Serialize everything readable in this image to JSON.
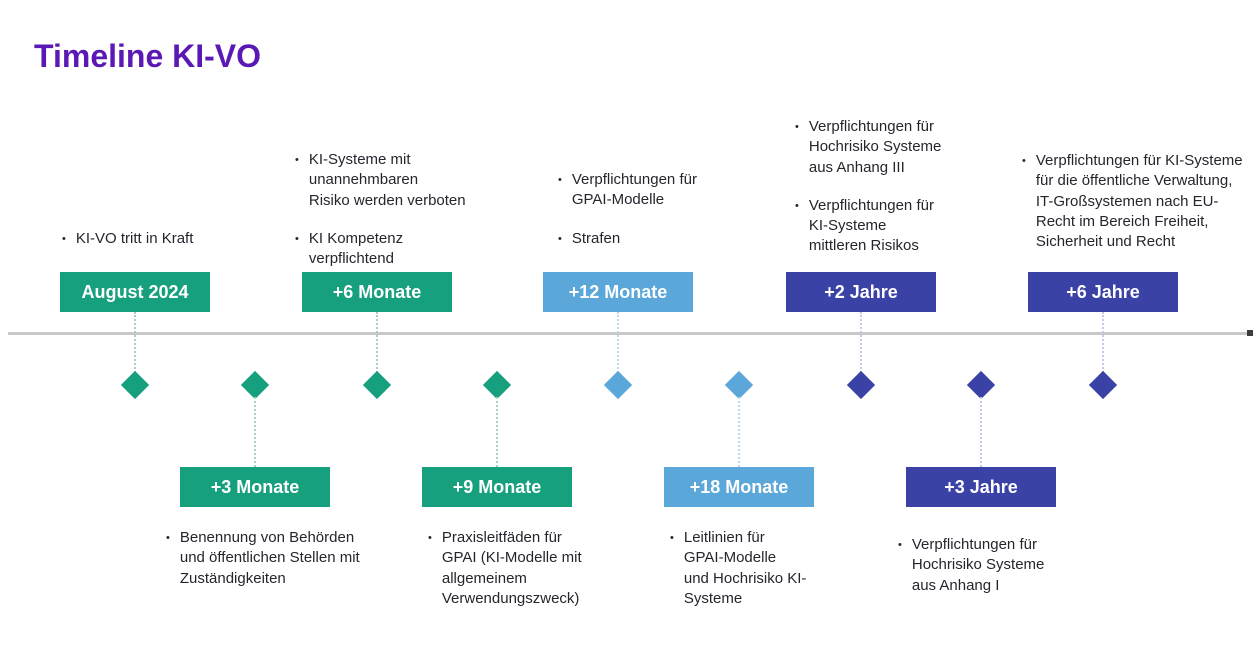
{
  "title": "Timeline KI-VO",
  "colors": {
    "title_purple": "#5a18b5",
    "green": "#17a07d",
    "light_blue": "#5ba7d9",
    "indigo": "#3b42a6",
    "timeline_gray": "#c9c9c9"
  },
  "milestones": [
    {
      "label": "August 2024",
      "side": "top",
      "color": "green",
      "bullets": [
        "KI-VO tritt in Kraft"
      ]
    },
    {
      "label": "+3 Monate",
      "side": "bottom",
      "color": "green",
      "bullets": [
        "Benennung von Behörden\nund öffentlichen Stellen mit\nZuständigkeiten"
      ]
    },
    {
      "label": "+6 Monate",
      "side": "top",
      "color": "green",
      "bullets": [
        "KI-Systeme mit\nunannehmbaren\nRisiko werden verboten",
        "KI Kompetenz\nverpflichtend"
      ]
    },
    {
      "label": "+9 Monate",
      "side": "bottom",
      "color": "green",
      "bullets": [
        "Praxisleitfäden für\nGPAI (KI-Modelle mit\nallgemeinem\nVerwendungszweck)"
      ]
    },
    {
      "label": "+12 Monate",
      "side": "top",
      "color": "light_blue",
      "bullets": [
        "Verpflichtungen für\nGPAI-Modelle",
        "Strafen"
      ]
    },
    {
      "label": "+18 Monate",
      "side": "bottom",
      "color": "light_blue",
      "bullets": [
        "Leitlinien für\nGPAI-Modelle\nund Hochrisiko KI-\nSysteme"
      ]
    },
    {
      "label": "+2 Jahre",
      "side": "top",
      "color": "indigo",
      "bullets": [
        "Verpflichtungen für\nHochrisiko Systeme\naus Anhang III",
        "Verpflichtungen für\nKI-Systeme\nmittleren Risikos"
      ]
    },
    {
      "label": "+3 Jahre",
      "side": "bottom",
      "color": "indigo",
      "bullets": [
        "Verpflichtungen für\nHochrisiko Systeme\naus Anhang I"
      ]
    },
    {
      "label": "+6 Jahre",
      "side": "top",
      "color": "indigo",
      "bullets": [
        "Verpflichtungen für KI-Systeme\nfür die öffentliche Verwaltung,\nIT-Großsystemen nach EU-\nRecht im Bereich Freiheit,\nSicherheit und Recht"
      ]
    }
  ]
}
